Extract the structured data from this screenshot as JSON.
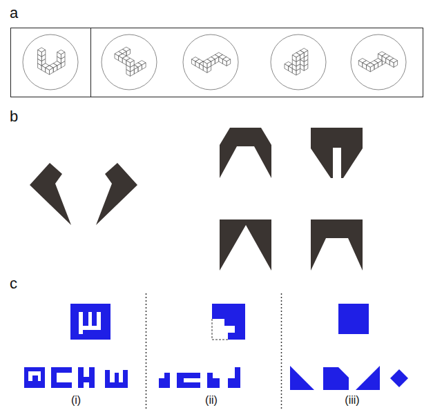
{
  "diagram": {
    "labels": [
      "a",
      "b",
      "c",
      "(i)",
      "(ii)",
      "(iii)"
    ]
  }
}
